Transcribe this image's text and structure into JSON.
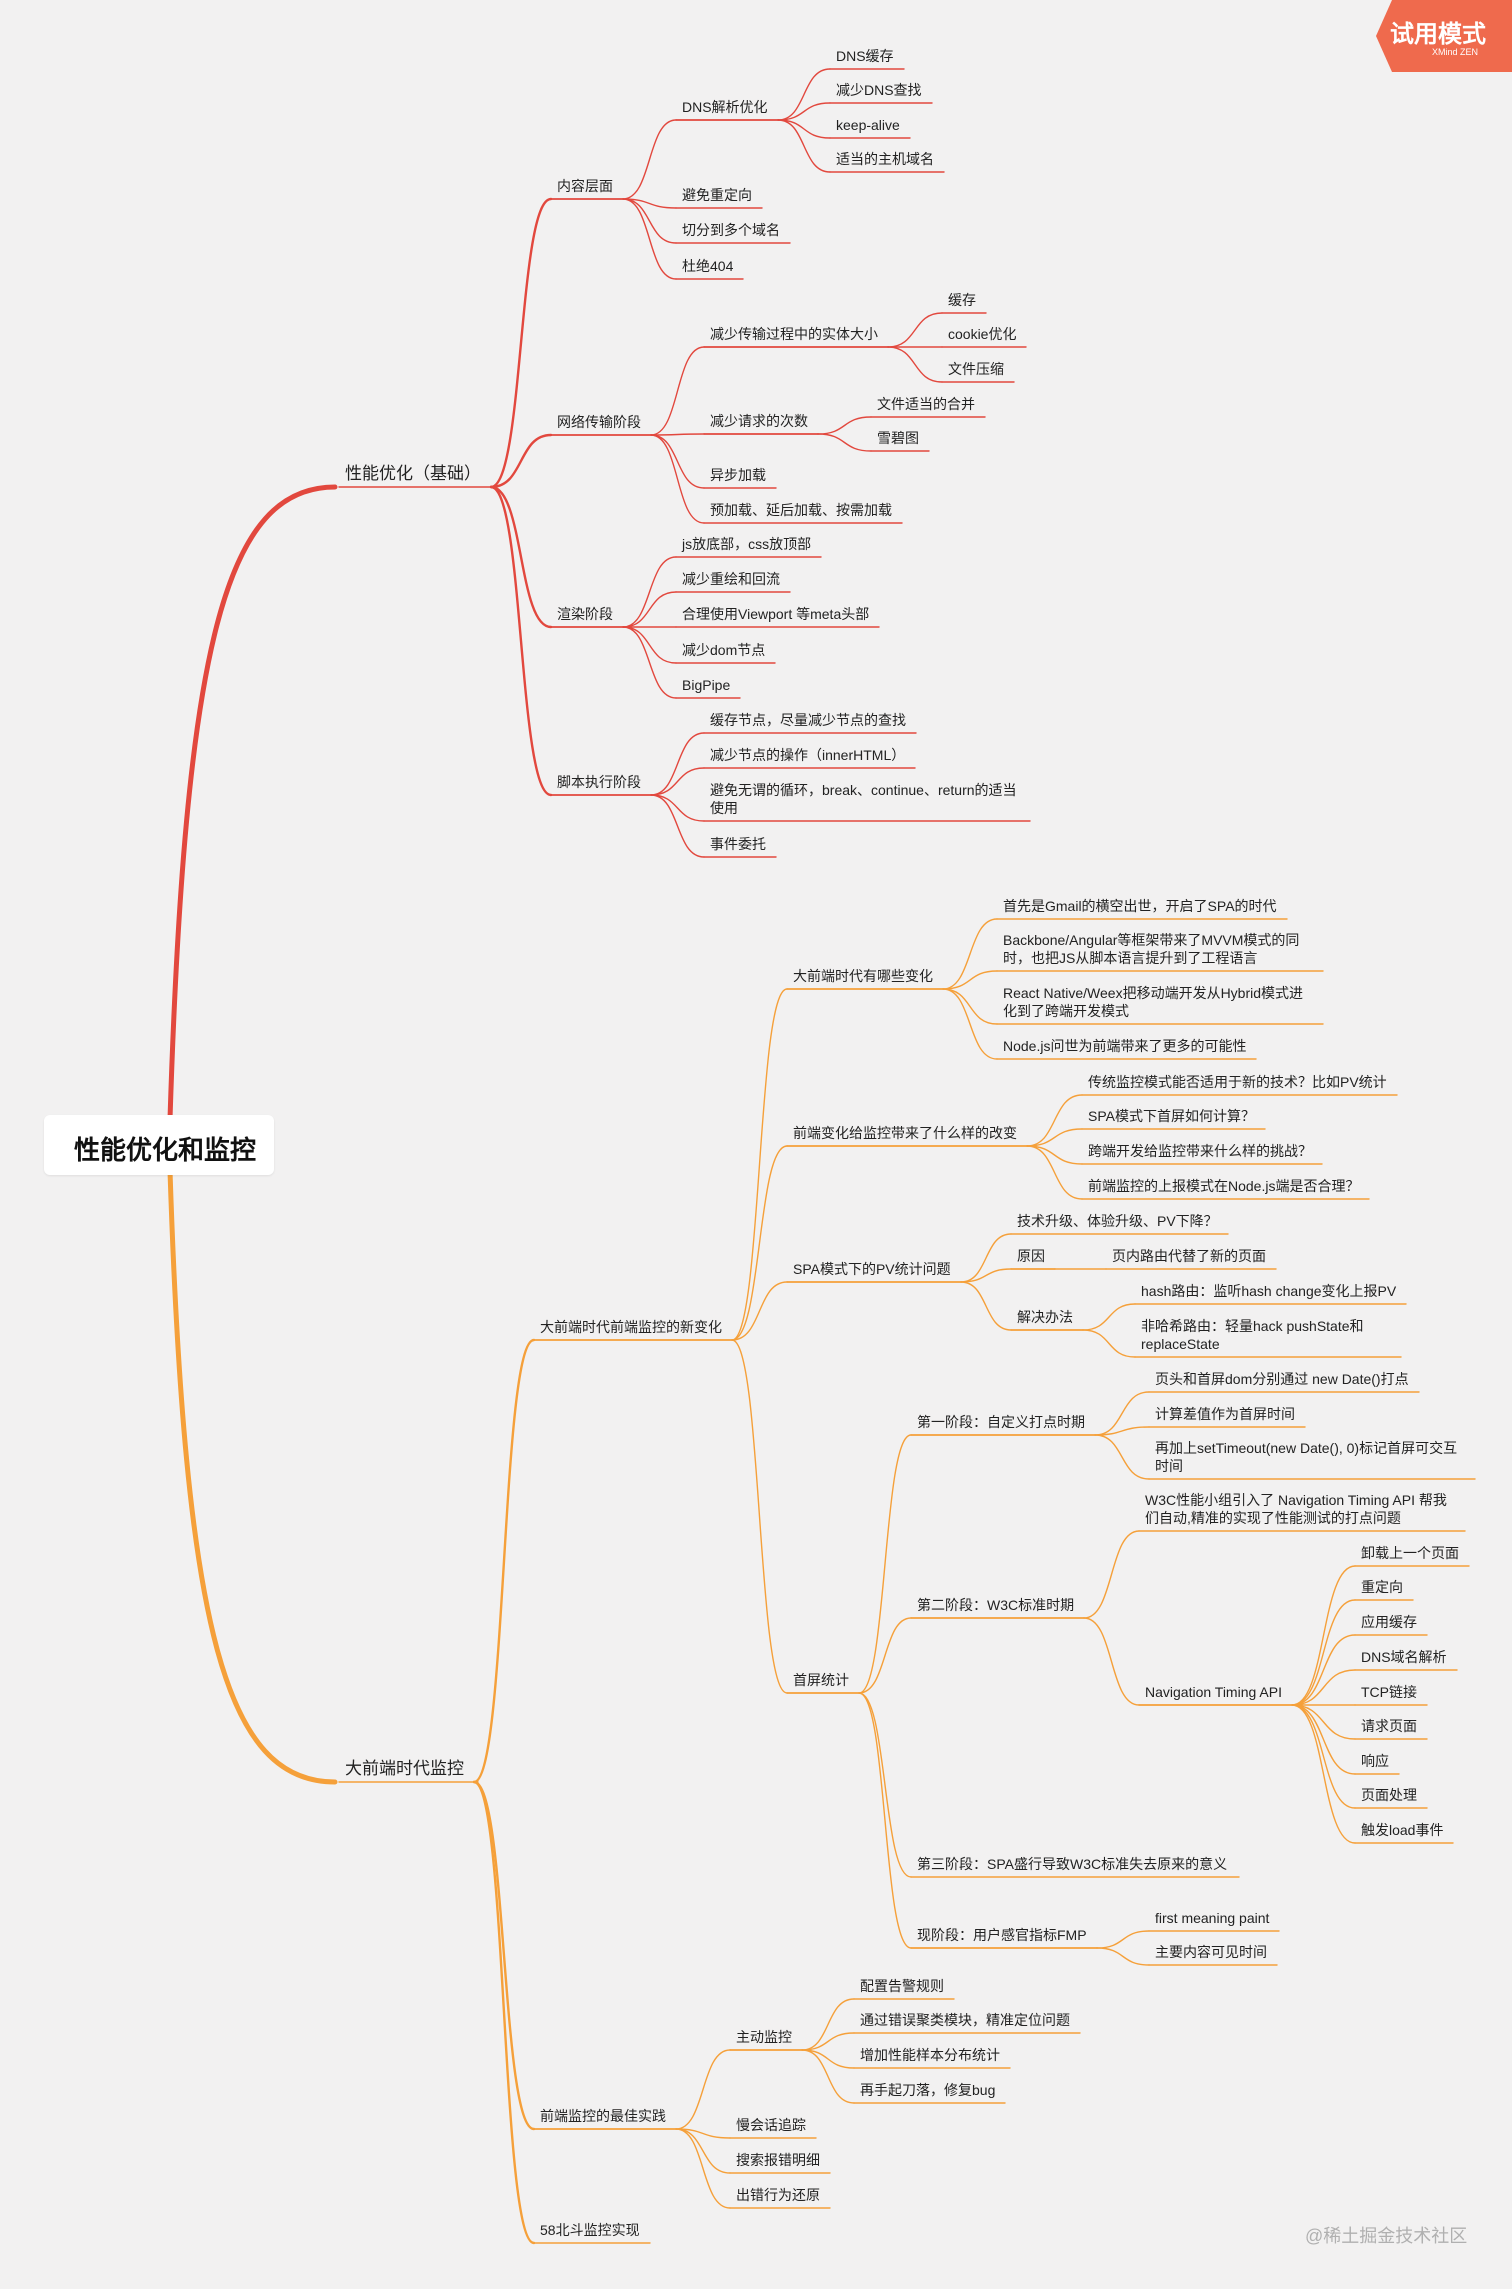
{
  "trial_badge": {
    "title": "试用模式",
    "subtitle": "XMind ZEN",
    "color": "#ef6a4d"
  },
  "watermark": "@稀土掘金技术社区",
  "colors": {
    "red": "#e2483e",
    "orange": "#f5a03a",
    "background": "#f2f1f1"
  },
  "root": "性能优化和监控",
  "branches": {
    "perf": {
      "label": "性能优化（基础）",
      "content": {
        "label": "内容层面",
        "dns": {
          "label": "DNS解析优化",
          "items": [
            "DNS缓存",
            "减少DNS查找",
            "keep-alive",
            "适当的主机域名"
          ]
        },
        "items": [
          "避免重定向",
          "切分到多个域名",
          "杜绝404"
        ]
      },
      "network": {
        "label": "网络传输阶段",
        "size": {
          "label": "减少传输过程中的实体大小",
          "items": [
            "缓存",
            "cookie优化",
            "文件压缩"
          ]
        },
        "requests": {
          "label": "减少请求的次数",
          "items": [
            "文件适当的合并",
            "雪碧图"
          ]
        },
        "items": [
          "异步加载",
          "预加载、延后加载、按需加载"
        ]
      },
      "render": {
        "label": "渲染阶段",
        "items": [
          "js放底部，css放顶部",
          "减少重绘和回流",
          "合理使用Viewport 等meta头部",
          "减少dom节点",
          "BigPipe"
        ]
      },
      "script": {
        "label": "脚本执行阶段",
        "items": [
          "缓存节点，尽量减少节点的查找",
          "减少节点的操作（innerHTML）",
          "避免无谓的循环，break、continue、return的适当使用",
          "事件委托"
        ]
      }
    },
    "monitor": {
      "label": "大前端时代监控",
      "newchange": {
        "label": "大前端时代前端监控的新变化",
        "changes": {
          "label": "大前端时代有哪些变化",
          "items": [
            "首先是Gmail的横空出世，开启了SPA的时代",
            "Backbone/Angular等框架带来了MVVM模式的同时，也把JS从脚本语言提升到了工程语言",
            "React Native/Weex把移动端开发从Hybrid模式进化到了跨端开发模式",
            "Node.js问世为前端带来了更多的可能性"
          ]
        },
        "challenges": {
          "label": "前端变化给监控带来了什么样的改变",
          "items": [
            "传统监控模式能否适用于新的技术？比如PV统计",
            "SPA模式下首屏如何计算？",
            "跨端开发给监控带来什么样的挑战？",
            "前端监控的上报模式在Node.js端是否合理？"
          ]
        },
        "spa": {
          "label": "SPA模式下的PV统计问题",
          "item1": "技术升级、体验升级、PV下降？",
          "reason": {
            "label": "原因",
            "value": "页内路由代替了新的页面"
          },
          "solution": {
            "label": "解决办法",
            "items": [
              "hash路由：监听hash change变化上报PV",
              "非哈希路由：轻量hack pushState和replaceState"
            ]
          }
        },
        "firstscreen": {
          "label": "首屏统计",
          "stage1": {
            "label": "第一阶段：自定义打点时期",
            "items": [
              "页头和首屏dom分别通过 new Date()打点",
              "计算差值作为首屏时间",
              "再加上setTimeout(new Date(), 0)标记首屏可交互时间"
            ]
          },
          "stage2": {
            "label": "第二阶段：W3C标准时期",
            "note": "W3C性能小组引入了 Navigation Timing API 帮我们自动,精准的实现了性能测试的打点问题",
            "api": {
              "label": "Navigation Timing API",
              "items": [
                "卸载上一个页面",
                "重定向",
                "应用缓存",
                "DNS域名解析",
                "TCP链接",
                "请求页面",
                "响应",
                "页面处理",
                "触发load事件"
              ]
            }
          },
          "stage3": {
            "label": "第三阶段：SPA盛行导致W3C标准失去原来的意义"
          },
          "current": {
            "label": "现阶段：用户感官指标FMP",
            "items": [
              "first meaning paint",
              "主要内容可见时间"
            ]
          }
        }
      },
      "best": {
        "label": "前端监控的最佳实践",
        "active": {
          "label": "主动监控",
          "items": [
            "配置告警规则",
            "通过错误聚类模块，精准定位问题",
            "增加性能样本分布统计",
            "再手起刀落，修复bug"
          ]
        },
        "items": [
          "慢会话追踪",
          "搜索报错明细",
          "出错行为还原"
        ]
      },
      "beidou": "58北斗监控实现"
    }
  }
}
